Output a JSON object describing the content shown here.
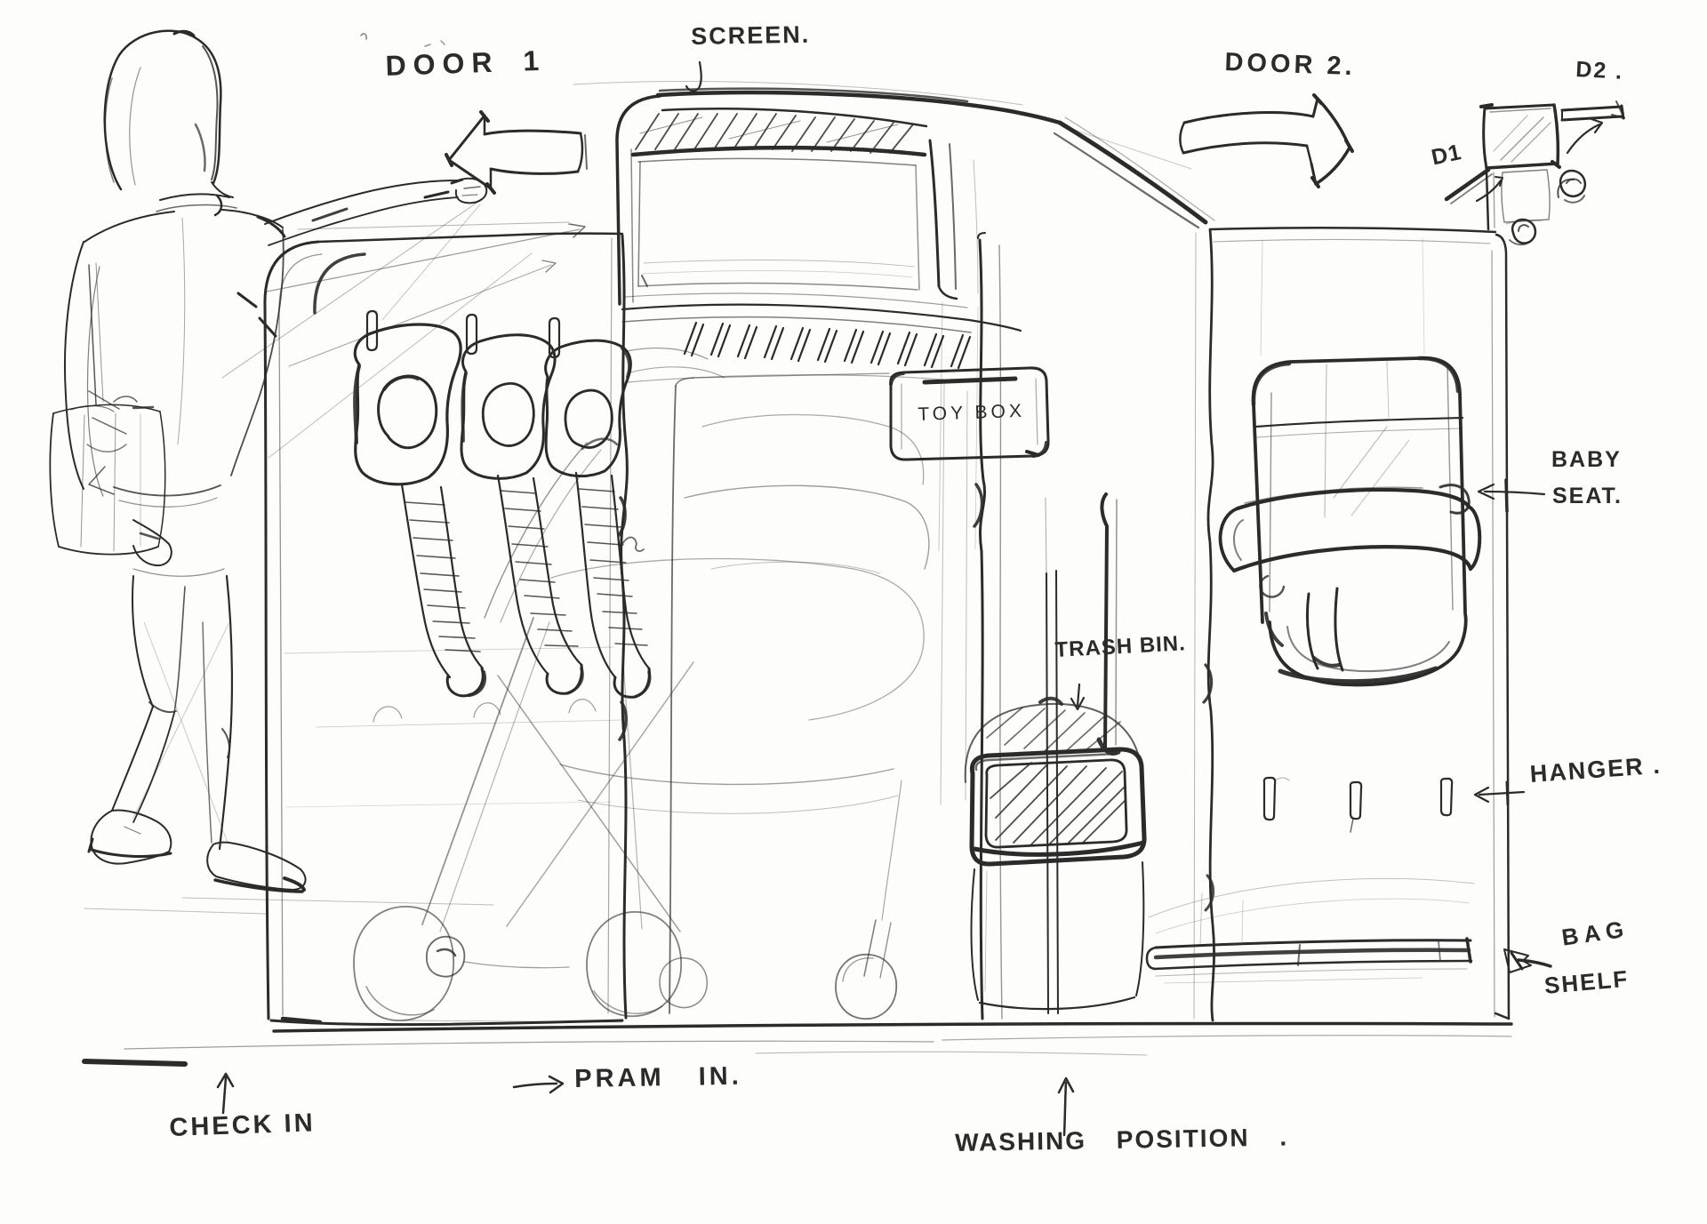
{
  "labels": {
    "door1": "DOOR 1",
    "screen": "SCREEN.",
    "door2": "DOOR 2.",
    "d2": "D2 .",
    "d1": "D1",
    "toy_box": "TOY BOX",
    "baby_seat_line1": "BABY",
    "baby_seat_line2": "SEAT.",
    "trash_bin": "TRASH BIN.",
    "hanger": "HANGER .",
    "bag_shelf_line1": "BAG",
    "bag_shelf_line2": "SHELF",
    "check_in": "CHECK IN",
    "pram_in": "PRAM IN.",
    "washing_position": "WASHING POSITION ."
  },
  "colors": {
    "ink": "#2b2b2b",
    "paper": "#fdfdfc"
  }
}
